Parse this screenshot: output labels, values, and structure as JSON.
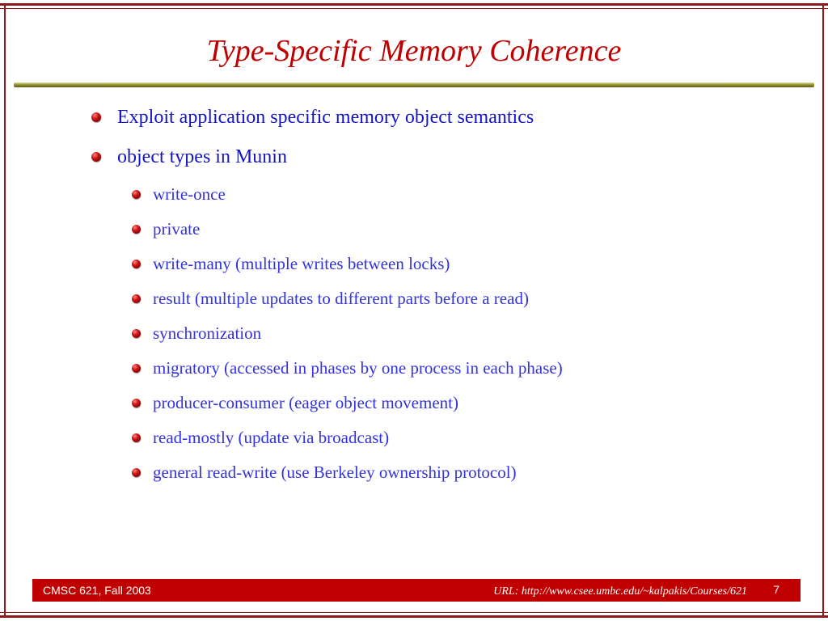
{
  "slide": {
    "title": "Type-Specific Memory Coherence",
    "bullets": [
      {
        "text": "Exploit application specific memory object semantics"
      },
      {
        "text": "object types in Munin"
      }
    ],
    "sub_bullets": [
      {
        "text": "write-once"
      },
      {
        "text": "private"
      },
      {
        "text": "write-many (multiple writes between locks)"
      },
      {
        "text": "result (multiple updates to different parts before a read)"
      },
      {
        "text": "synchronization"
      },
      {
        "text": "migratory (accessed in phases by one process in each phase)"
      },
      {
        "text": "producer-consumer (eager object movement)"
      },
      {
        "text": "read-mostly (update via broadcast)"
      },
      {
        "text": "general read-write (use Berkeley ownership protocol)"
      }
    ]
  },
  "footer": {
    "course": "CMSC 621, Fall 2003",
    "url": "URL: http://www.csee.umbc.edu/~kalpakis/Courses/621",
    "page_number": "7"
  },
  "colors": {
    "title": "#c00000",
    "bullet_text_level1": "#1414c8",
    "bullet_text_level2": "#3333dd",
    "footer_bar": "#c00000",
    "title_rule": "#9b9433",
    "frame": "#8b1a1a"
  },
  "icons": {
    "bullet": "red-sphere-bullet-icon"
  }
}
